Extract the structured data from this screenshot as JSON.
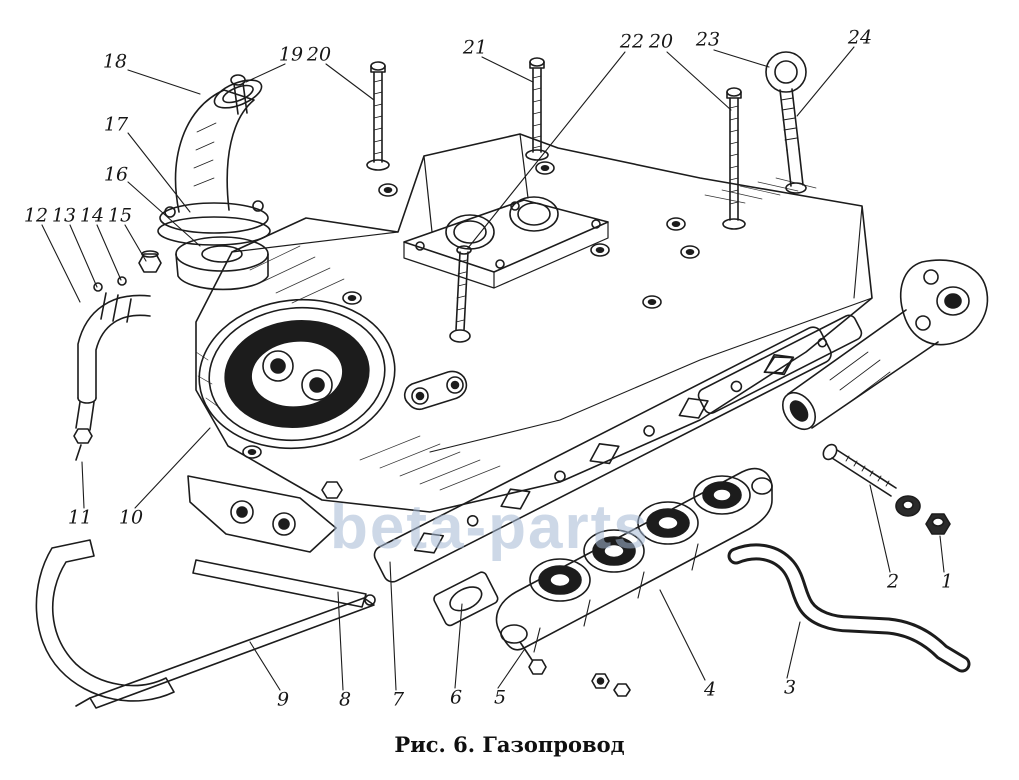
{
  "figure": {
    "caption": "Рис. 6. Газопровод",
    "watermark": "beta-parts"
  },
  "colors": {
    "line": "#1c1c1c",
    "watermark": "#a4b8d3"
  },
  "callouts": [
    {
      "label": "18"
    },
    {
      "label": "19"
    },
    {
      "label": "20"
    },
    {
      "label": "21"
    },
    {
      "label": "22"
    },
    {
      "label": "20"
    },
    {
      "label": "23"
    },
    {
      "label": "24"
    },
    {
      "label": "17"
    },
    {
      "label": "16"
    },
    {
      "label": "12"
    },
    {
      "label": "13"
    },
    {
      "label": "14"
    },
    {
      "label": "15"
    },
    {
      "label": "11"
    },
    {
      "label": "10"
    },
    {
      "label": "9"
    },
    {
      "label": "8"
    },
    {
      "label": "7"
    },
    {
      "label": "6"
    },
    {
      "label": "5"
    },
    {
      "label": "4"
    },
    {
      "label": "3"
    },
    {
      "label": "2"
    },
    {
      "label": "1"
    }
  ]
}
